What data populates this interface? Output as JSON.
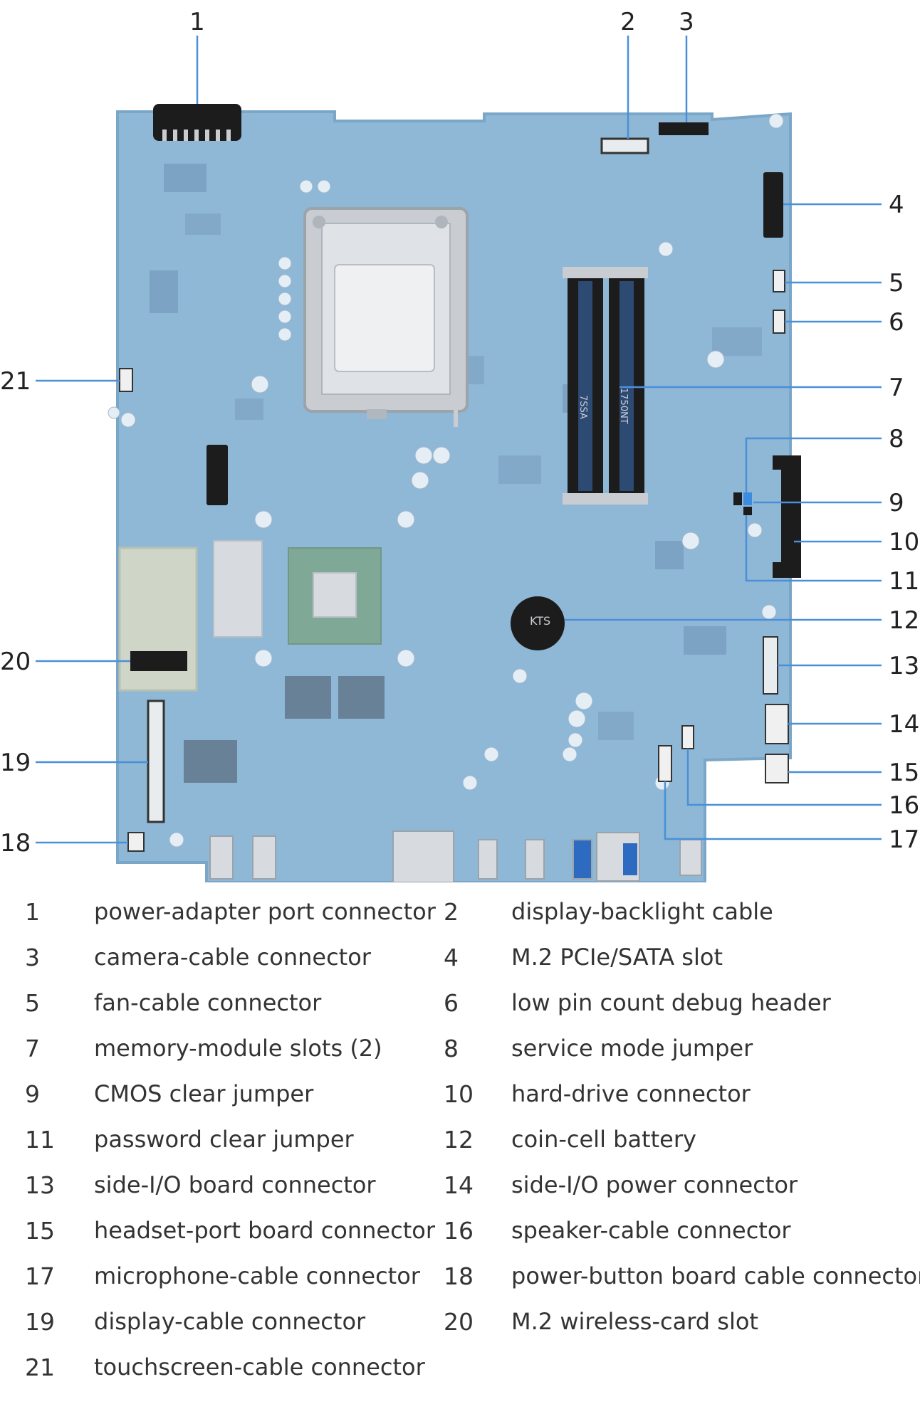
{
  "diagram": {
    "colors": {
      "board": "#8fb7d6",
      "board_edge": "#7aa6c8",
      "callout_line": "#4a90d9",
      "connector_dark": "#1c1c1c",
      "metal": "#c9ccd1",
      "text": "#333333"
    },
    "callouts": [
      {
        "num": "1"
      },
      {
        "num": "2"
      },
      {
        "num": "3"
      },
      {
        "num": "4"
      },
      {
        "num": "5"
      },
      {
        "num": "6"
      },
      {
        "num": "7"
      },
      {
        "num": "8"
      },
      {
        "num": "9"
      },
      {
        "num": "10"
      },
      {
        "num": "11"
      },
      {
        "num": "12"
      },
      {
        "num": "13"
      },
      {
        "num": "14"
      },
      {
        "num": "15"
      },
      {
        "num": "16"
      },
      {
        "num": "17"
      },
      {
        "num": "18"
      },
      {
        "num": "19"
      },
      {
        "num": "20"
      },
      {
        "num": "21"
      }
    ],
    "board_marks": {
      "battery_text": "KTS",
      "ram_label_a": "7SSA",
      "ram_label_b": "1750NT"
    }
  },
  "legend": {
    "items": [
      {
        "num": "1",
        "label": "power-adapter port connector"
      },
      {
        "num": "2",
        "label": "display-backlight cable"
      },
      {
        "num": "3",
        "label": "camera-cable connector"
      },
      {
        "num": "4",
        "label": "M.2 PCIe/SATA slot"
      },
      {
        "num": "5",
        "label": "fan-cable connector"
      },
      {
        "num": "6",
        "label": "low pin count debug header"
      },
      {
        "num": "7",
        "label": "memory-module slots (2)"
      },
      {
        "num": "8",
        "label": "service mode jumper"
      },
      {
        "num": "9",
        "label": "CMOS clear jumper"
      },
      {
        "num": "10",
        "label": "hard-drive connector"
      },
      {
        "num": "11",
        "label": "password clear jumper"
      },
      {
        "num": "12",
        "label": "coin-cell battery"
      },
      {
        "num": "13",
        "label": "side-I/O board connector"
      },
      {
        "num": "14",
        "label": "side-I/O power connector"
      },
      {
        "num": "15",
        "label": "headset-port board connector"
      },
      {
        "num": "16",
        "label": "speaker-cable connector"
      },
      {
        "num": "17",
        "label": "microphone-cable connector"
      },
      {
        "num": "18",
        "label": "power-button board cable connector"
      },
      {
        "num": "19",
        "label": "display-cable connector"
      },
      {
        "num": "20",
        "label": "M.2 wireless-card slot"
      },
      {
        "num": "21",
        "label": "touchscreen-cable connector"
      }
    ]
  }
}
